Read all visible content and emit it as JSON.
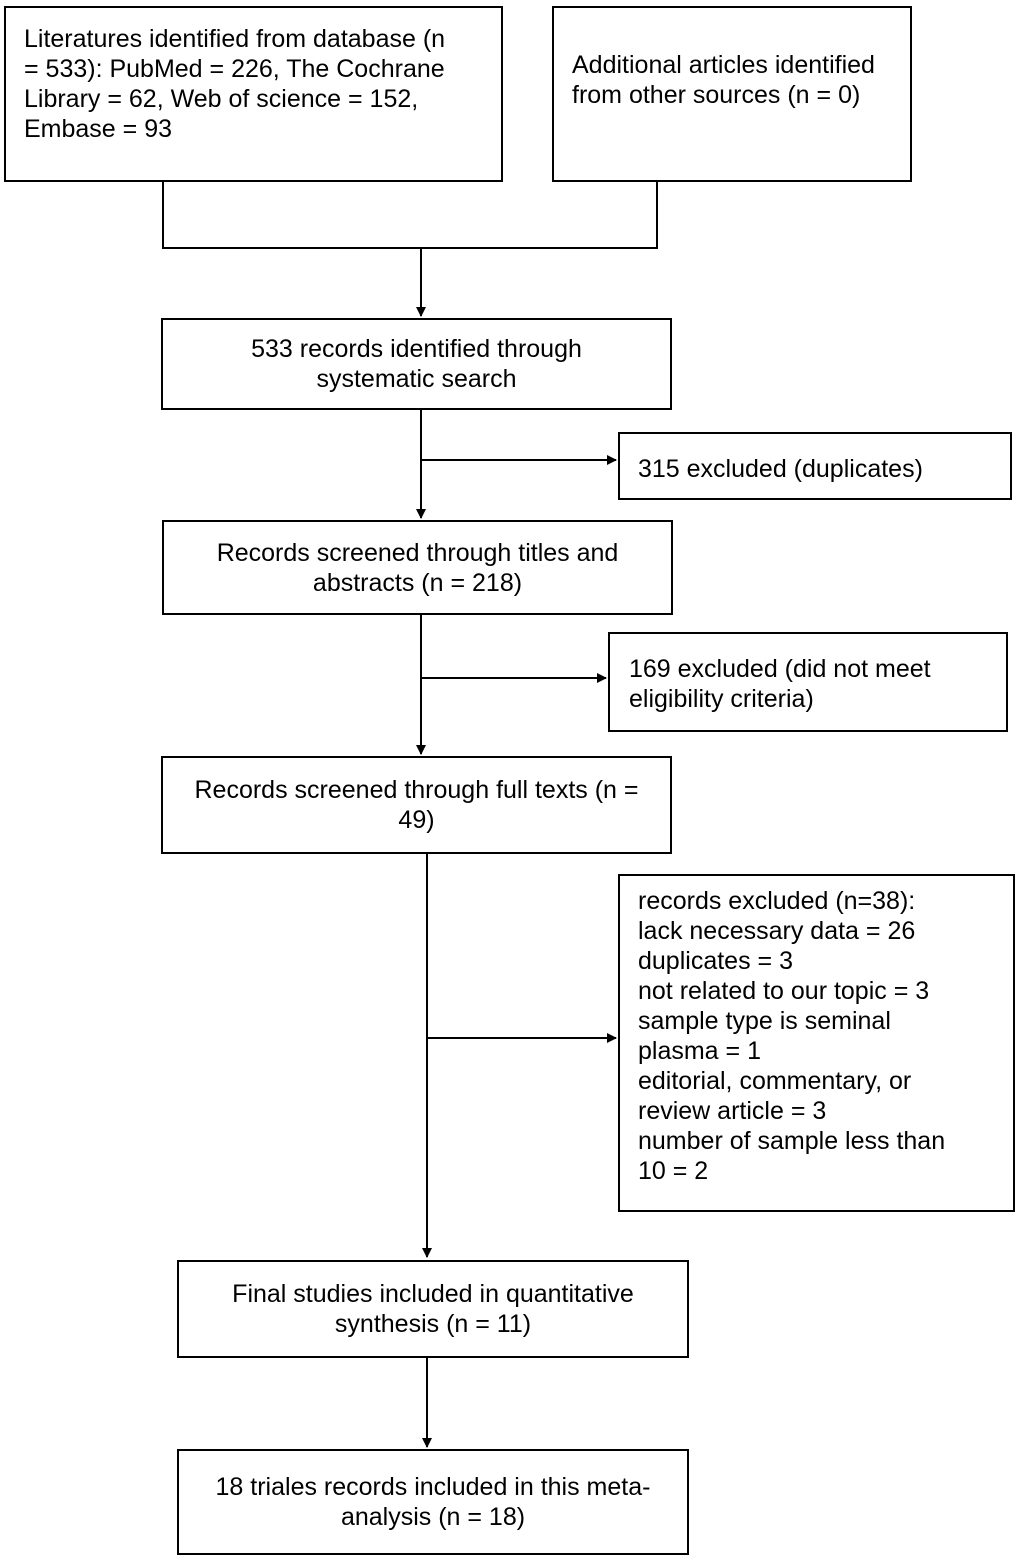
{
  "boxes": {
    "db_sources": [
      "Literatures identified from database (n",
      "= 533): PubMed = 226, The Cochrane",
      "Library = 62, Web of science = 152,",
      "Embase = 93"
    ],
    "other_sources": [
      "Additional articles identified",
      "from other sources (n = 0)"
    ],
    "identified": [
      "533 records identified through",
      "systematic search"
    ],
    "excluded_duplicates": [
      "315 excluded (duplicates)"
    ],
    "screened_titles": [
      "Records screened through titles and",
      "abstracts (n = 218)"
    ],
    "excluded_eligibility": [
      "169 excluded (did not meet",
      "eligibility criteria)"
    ],
    "screened_fulltext": [
      "Records screened through full texts (n =",
      "49)"
    ],
    "excluded_records": [
      "records excluded (n=38):",
      "lack necessary data = 26",
      "duplicates = 3",
      "not related to our topic = 3",
      "sample type is seminal",
      "plasma = 1",
      "editorial, commentary, or",
      "review article = 3",
      "number of sample less than",
      "10 = 2"
    ],
    "final_studies": [
      "Final studies included in quantitative",
      "synthesis (n = 11)"
    ],
    "meta_analysis": [
      "18 triales records included in this meta-",
      "analysis (n = 18)"
    ]
  }
}
